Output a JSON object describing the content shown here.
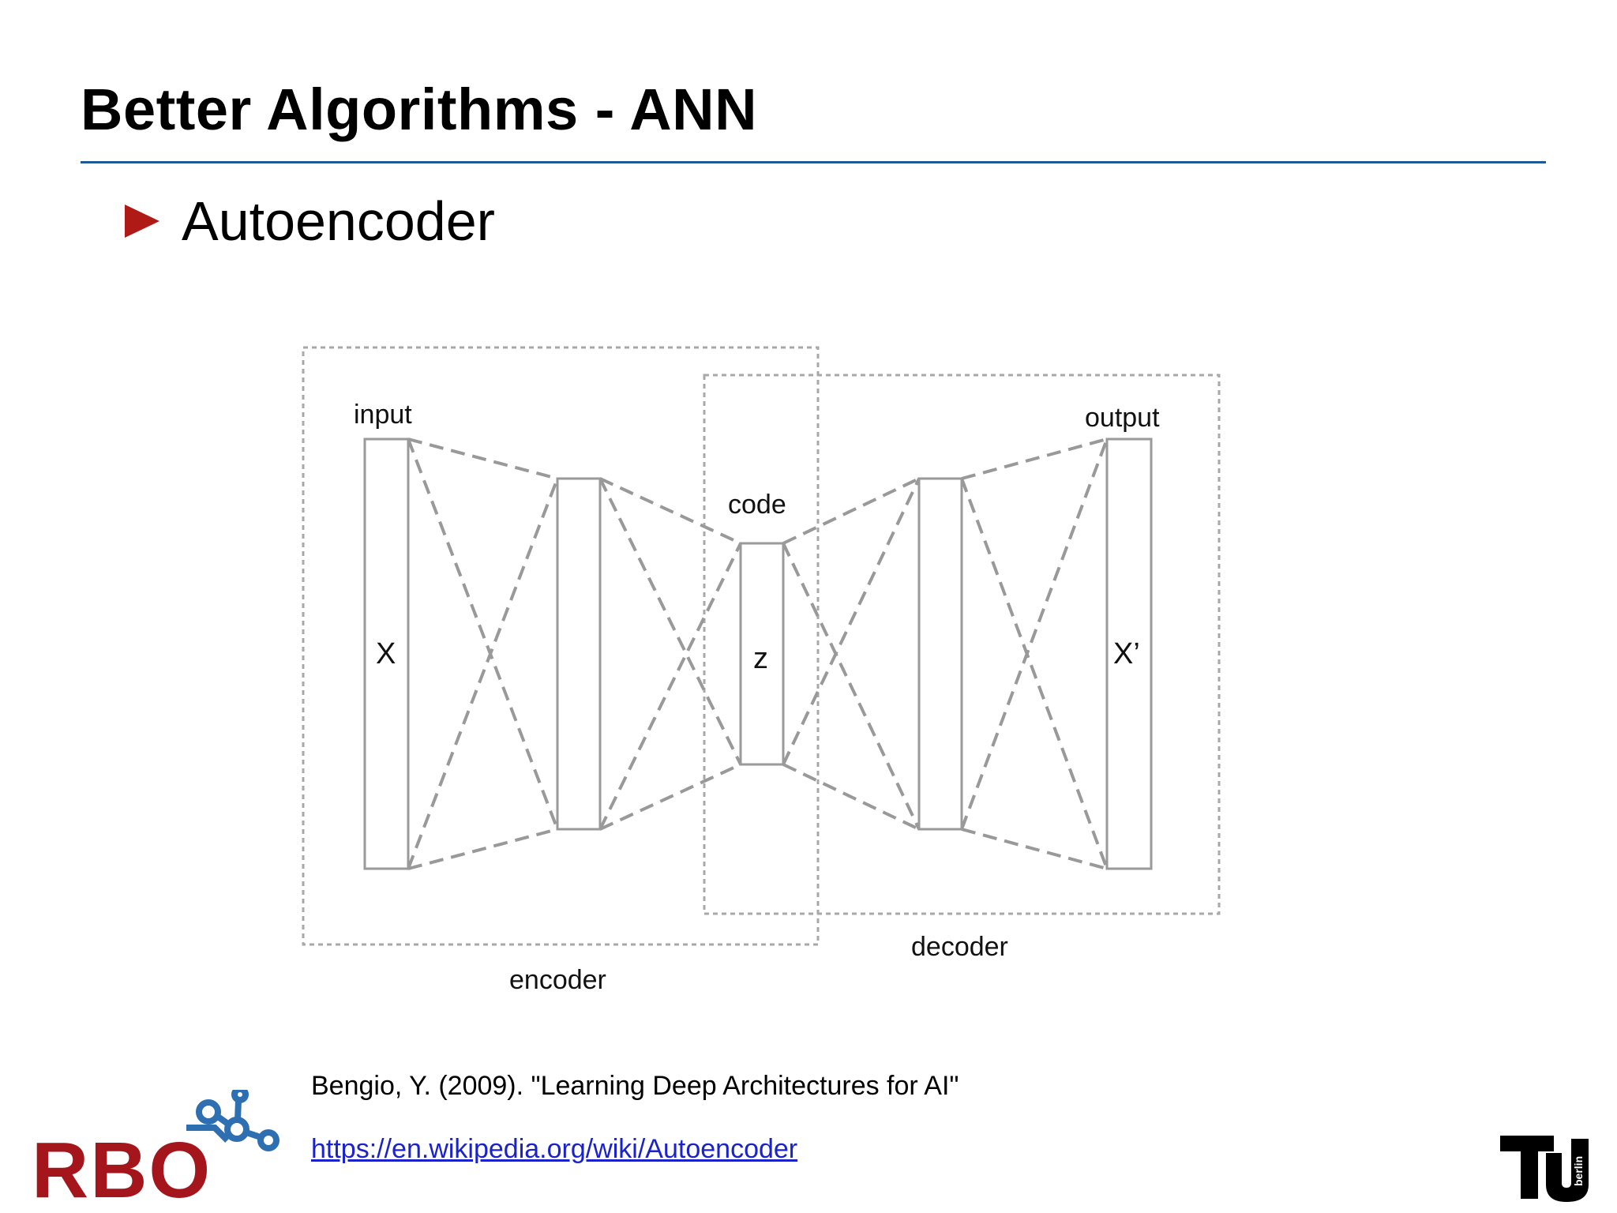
{
  "slide": {
    "title": "Better Algorithms  - ANN",
    "bullet": "Autoencoder"
  },
  "diagram": {
    "input_label": "input",
    "output_label": "output",
    "code_label": "code",
    "encoder_label": "encoder",
    "decoder_label": "decoder",
    "input_symbol": "X",
    "code_symbol": "z",
    "output_symbol": "X’"
  },
  "footer": {
    "citation": "Bengio, Y. (2009). \"Learning Deep Architectures for AI\"",
    "link": "https://en.wikipedia.org/wiki/Autoencoder"
  },
  "logos": {
    "left_letters": "RBO",
    "right_text": "berlin"
  },
  "colors": {
    "rule": "#1f5a96",
    "bullet": "#b01a16",
    "rbo_red": "#a4161b",
    "rbo_blue": "#2d6fb0",
    "link": "#1a22cc"
  }
}
